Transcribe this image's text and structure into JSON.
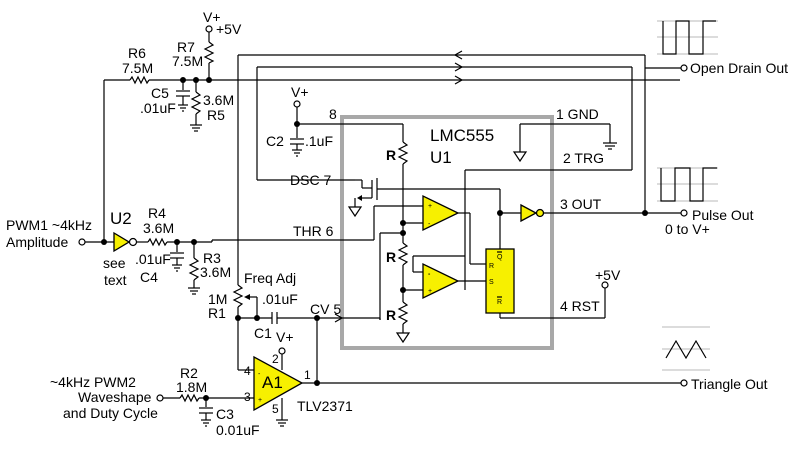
{
  "ic_u1": {
    "name": "LMC555",
    "ref": "U1"
  },
  "u1_pins": {
    "p8": "8",
    "p1": "1 GND",
    "p2": "2 TRG",
    "p7": "DSC 7",
    "p6": "THR 6",
    "p3": "3 OUT",
    "p5": "CV 5",
    "p4": "4 RST"
  },
  "u1_internal": {
    "r_label": "R",
    "ff_q": "Q",
    "ff_r": "R",
    "ff_s": "S",
    "ff_rb": "R"
  },
  "supply": {
    "vplus": "V+",
    "plus5v": "+5V"
  },
  "components": {
    "r6": {
      "ref": "R6",
      "value": "7.5M"
    },
    "r7": {
      "ref": "R7",
      "value": "7.5M"
    },
    "c5": {
      "ref": "C5",
      "value": ".01uF"
    },
    "r5": {
      "ref": "R5",
      "value": "3.6M"
    },
    "c2": {
      "ref": "C2",
      "value": ".1uF"
    },
    "u2": {
      "ref": "U2",
      "note1": "see",
      "note2": "text"
    },
    "r4": {
      "ref": "R4",
      "value": "3.6M"
    },
    "c4": {
      "ref": "C4",
      "value": ".01uF"
    },
    "r3": {
      "ref": "R3",
      "value": "3.6M"
    },
    "r1": {
      "ref": "R1",
      "value": "1M",
      "label": "Freq Adj"
    },
    "c1": {
      "ref": "C1",
      "value": ".01uF"
    },
    "r2": {
      "ref": "R2",
      "value": "1.8M"
    },
    "c3": {
      "ref": "C3",
      "value": "0.01uF"
    },
    "a1": {
      "ref": "A1",
      "part": "TLV2371",
      "pin1": "1",
      "pin2": "2",
      "pin3": "3",
      "pin4": "4",
      "pin5": "5"
    }
  },
  "inputs": {
    "pwm1_line1": "PWM1 ~4kHz",
    "pwm1_line2": "Amplitude",
    "pwm2_line1": "~4kHz  PWM2",
    "pwm2_line2": "Waveshape",
    "pwm2_line3": "and Duty Cycle"
  },
  "outputs": {
    "open_drain": "Open Drain Out",
    "pulse": "Pulse Out",
    "pulse_range": "0 to V+",
    "triangle": "Triangle Out"
  },
  "colors": {
    "amp_fill": "#f7f000",
    "chip_border": "#a8a8a8",
    "wire": "#000000"
  }
}
